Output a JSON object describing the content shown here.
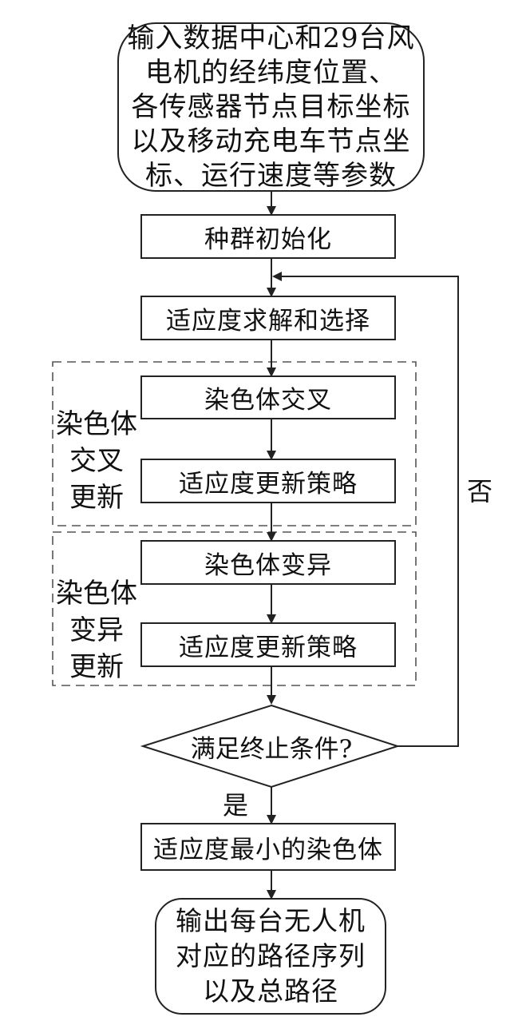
{
  "nodes": {
    "input": "输入数据中心和29台风\n电机的经纬度位置、\n各传感器节点目标坐标\n以及移动充电车节点坐\n标、运行速度等参数",
    "init": "种群初始化",
    "fitness": "适应度求解和选择",
    "crossover": "染色体交叉",
    "update1": "适应度更新策略",
    "mutation": "染色体变异",
    "update2": "适应度更新策略",
    "decision": "满足终止条件?",
    "best": "适应度最小的染色体",
    "output": "输出每台无人机\n对应的路径序列\n以及总路径"
  },
  "groups": {
    "crossover_group": "染色体\n交叉\n更新",
    "mutation_group": "染色体\n变异\n更新"
  },
  "edge_labels": {
    "no": "否",
    "yes": "是"
  },
  "colors": {
    "stroke": "#222222",
    "background": "#ffffff"
  }
}
